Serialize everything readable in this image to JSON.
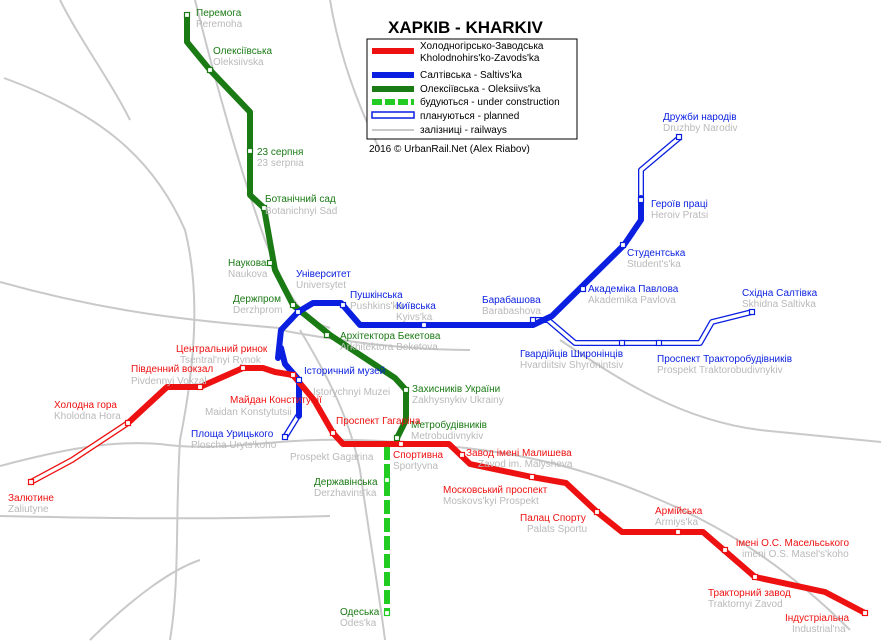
{
  "title": "ХАРКІВ - KHARKIV",
  "credit": "2016 © UrbanRail.Net (Alex Riabov)",
  "colors": {
    "red": "#ee1111",
    "blue": "#0a1fe0",
    "green": "#1a7a14",
    "construction": "#22cc22",
    "railway": "#c9c9c9"
  },
  "legend": [
    {
      "label": "Холодногірсько-Заводська",
      "label2": "Kholodnohirs'ko-Zavods'ka",
      "kind": "red"
    },
    {
      "label": "Салтівська - Saltivs'ka",
      "kind": "blue"
    },
    {
      "label": "Олексіївська - Oleksiivs'ka",
      "kind": "green"
    },
    {
      "label": "будуються - under construction",
      "kind": "construction"
    },
    {
      "label": "плануються - planned",
      "kind": "planned"
    },
    {
      "label": "залізниці - railways",
      "kind": "railway"
    }
  ],
  "stations": [
    {
      "ua": "Перемога",
      "en": "Peremoha",
      "line": "green"
    },
    {
      "ua": "Олексіївська",
      "en": "Oleksiivska",
      "line": "green"
    },
    {
      "ua": "23 серпня",
      "en": "23 serpnia",
      "line": "green"
    },
    {
      "ua": "Ботанічний сад",
      "en": "Botanichnyi Sad",
      "line": "green"
    },
    {
      "ua": "Наукова",
      "en": "Naukova",
      "line": "green"
    },
    {
      "ua": "Держпром",
      "en": "Derzhprom",
      "line": "green"
    },
    {
      "ua": "Архітектора Бекетова",
      "en": "Arkhitektora Beketova",
      "line": "green"
    },
    {
      "ua": "Захисників України",
      "en": "Zakhysnykiv Ukrainy",
      "line": "green"
    },
    {
      "ua": "Метробудівників",
      "en": "Metrobudivnykiv",
      "line": "green"
    },
    {
      "ua": "Державінська",
      "en": "Derzhavins'ka",
      "line": "construction"
    },
    {
      "ua": "Одеська",
      "en": "Odes'ka",
      "line": "construction"
    },
    {
      "ua": "Університет",
      "en": "Universytet",
      "line": "blue"
    },
    {
      "ua": "Пушкінська",
      "en": "Pushkins'ka",
      "line": "blue"
    },
    {
      "ua": "Київська",
      "en": "Kyivs'ka",
      "line": "blue"
    },
    {
      "ua": "Барабашова",
      "en": "Barabashova",
      "line": "blue"
    },
    {
      "ua": "Академіка Павлова",
      "en": "Akademika Pavlova",
      "line": "blue"
    },
    {
      "ua": "Студентська",
      "en": "Student's'ka",
      "line": "blue"
    },
    {
      "ua": "Героїв праці",
      "en": "Heroiv Pratsi",
      "line": "blue"
    },
    {
      "ua": "Дружби народів",
      "en": "Druzhby Narodiv",
      "line": "blue"
    },
    {
      "ua": "Історичний музей",
      "en": "Istorychnyi Muzei",
      "line": "blue"
    },
    {
      "ua": "Площа Урицького",
      "en": "Ploscha Uryts'koho",
      "line": "blue"
    },
    {
      "ua": "Гвардійців Широнінців",
      "en": "Hvardiitsiv Shyronintsiv",
      "line": "blue"
    },
    {
      "ua": "Проспект Тракторобудівників",
      "en": "Prospekt Traktorobudivnykiv",
      "line": "blue"
    },
    {
      "ua": "Східна Салтівка",
      "en": "Skhidna Saltivka",
      "line": "blue"
    },
    {
      "ua": "Залютине",
      "en": "Zaliutyne",
      "line": "red"
    },
    {
      "ua": "Холодна гора",
      "en": "Kholodna Hora",
      "line": "red"
    },
    {
      "ua": "Південний вокзал",
      "en": "Pivdennyi Vokzal",
      "line": "red"
    },
    {
      "ua": "Центральний ринок",
      "en": "Tsentral'nyi Rynok",
      "line": "red"
    },
    {
      "ua": "Майдан Конституції",
      "en": "Maidan Konstytutsii",
      "line": "red"
    },
    {
      "ua": "Проспект Гагаріна",
      "en": "Prospekt Gagarina",
      "line": "red"
    },
    {
      "ua": "Спортивна",
      "en": "Sportyvna",
      "line": "red"
    },
    {
      "ua": "Завод імені Малишева",
      "en": "Zavod im. Malysheva",
      "line": "red"
    },
    {
      "ua": "Московський проспект",
      "en": "Moskovs'kyi Prospekt",
      "line": "red"
    },
    {
      "ua": "Палац Спорту",
      "en": "Palats Sportu",
      "line": "red"
    },
    {
      "ua": "Армійська",
      "en": "Armiys'ka",
      "line": "red"
    },
    {
      "ua": "імені О.С. Масельського",
      "en": "imeni O.S. Masel's'koho",
      "line": "red"
    },
    {
      "ua": "Тракторний завод",
      "en": "Traktornyi Zavod",
      "line": "red"
    },
    {
      "ua": "Індустріальна",
      "en": "Industrial'na",
      "line": "red"
    }
  ]
}
